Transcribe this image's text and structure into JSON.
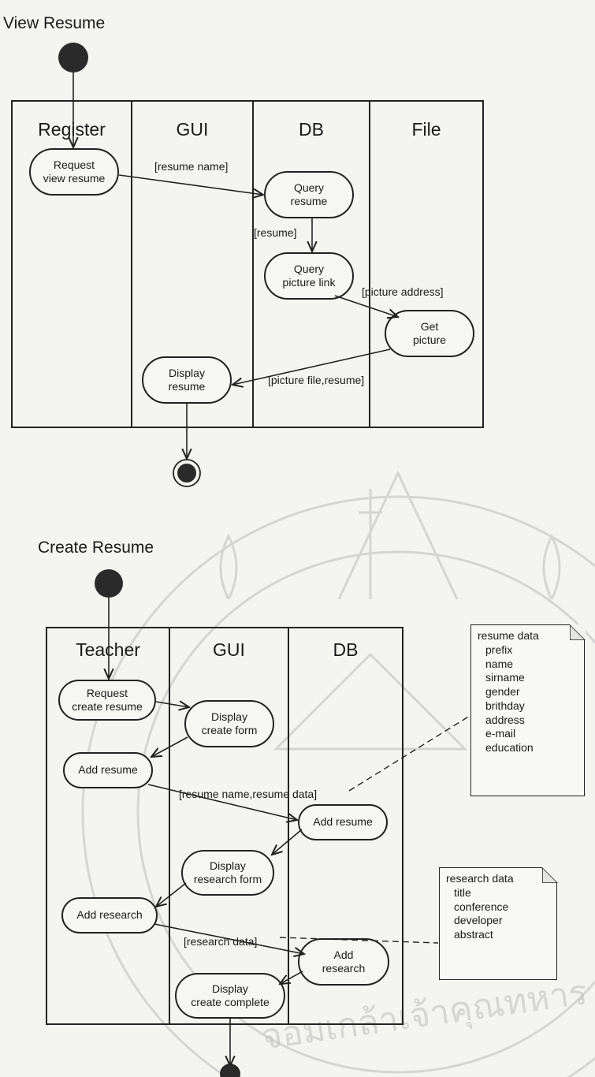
{
  "view_resume": {
    "title": "View Resume",
    "lanes": [
      "Register",
      "GUI",
      "DB",
      "File"
    ],
    "nodes": {
      "request_view": "Request\nview resume",
      "query_resume": "Query\nresume",
      "query_picture_link": "Query\npicture link",
      "get_picture": "Get\npicture",
      "display_resume": "Display\nresume"
    },
    "guards": {
      "resume_name": "[resume name]",
      "resume": "[resume]",
      "picture_address": "[picture address]",
      "picture_file_resume": "[picture file,resume]"
    }
  },
  "create_resume": {
    "title": "Create Resume",
    "lanes": [
      "Teacher",
      "GUI",
      "DB"
    ],
    "nodes": {
      "request_create": "Request\ncreate resume",
      "display_create_form": "Display\ncreate form",
      "add_resume_teacher": "Add resume",
      "add_resume_db": "Add resume",
      "display_research_form": "Display\nresearch form",
      "add_research_teacher": "Add research",
      "add_research_db": "Add\nresearch",
      "display_create_complete": "Display\ncreate complete"
    },
    "guards": {
      "resume_name_data": "[resume name,resume data]",
      "research_data": "[research data]"
    },
    "notes": {
      "resume_data": {
        "title": "resume data",
        "items": [
          "prefix",
          "name",
          "sirname",
          "gender",
          "brithday",
          "address",
          "e-mail",
          "education"
        ]
      },
      "research_data": {
        "title": "research data",
        "items": [
          "title",
          "conference",
          "developer",
          "abstract"
        ]
      }
    }
  },
  "watermark_text": "จอมเกล้าเจ้าคุณทหาร"
}
